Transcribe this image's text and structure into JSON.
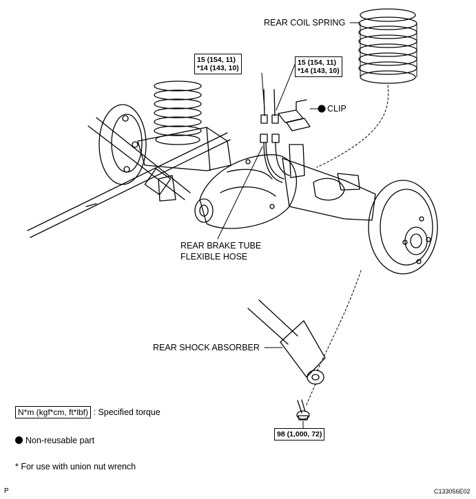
{
  "labels": {
    "rear_coil_spring": "REAR COIL SPRING",
    "clip": "CLIP",
    "brake_tube_line1": "REAR BRAKE TUBE",
    "brake_tube_line2": "FLEXIBLE HOSE",
    "rear_shock_absorber": "REAR SHOCK ABSORBER"
  },
  "torque_left": {
    "line1": "15 (154, 11)",
    "line2": "*14 (143, 10)"
  },
  "torque_right": {
    "line1": "15 (154, 11)",
    "line2": "*14 (143, 10)"
  },
  "torque_bolt": {
    "value": "98 (1,000, 72)"
  },
  "legend": {
    "unit_box": "N*m (kgf*cm, ft*lbf)",
    "unit_desc": ": Specified torque",
    "non_reusable": "Non-reusable part",
    "union_note": "* For use with union nut wrench"
  },
  "footer": {
    "left": "P",
    "code": "C133056E02"
  },
  "colors": {
    "ink": "#000000",
    "paper": "#ffffff"
  }
}
